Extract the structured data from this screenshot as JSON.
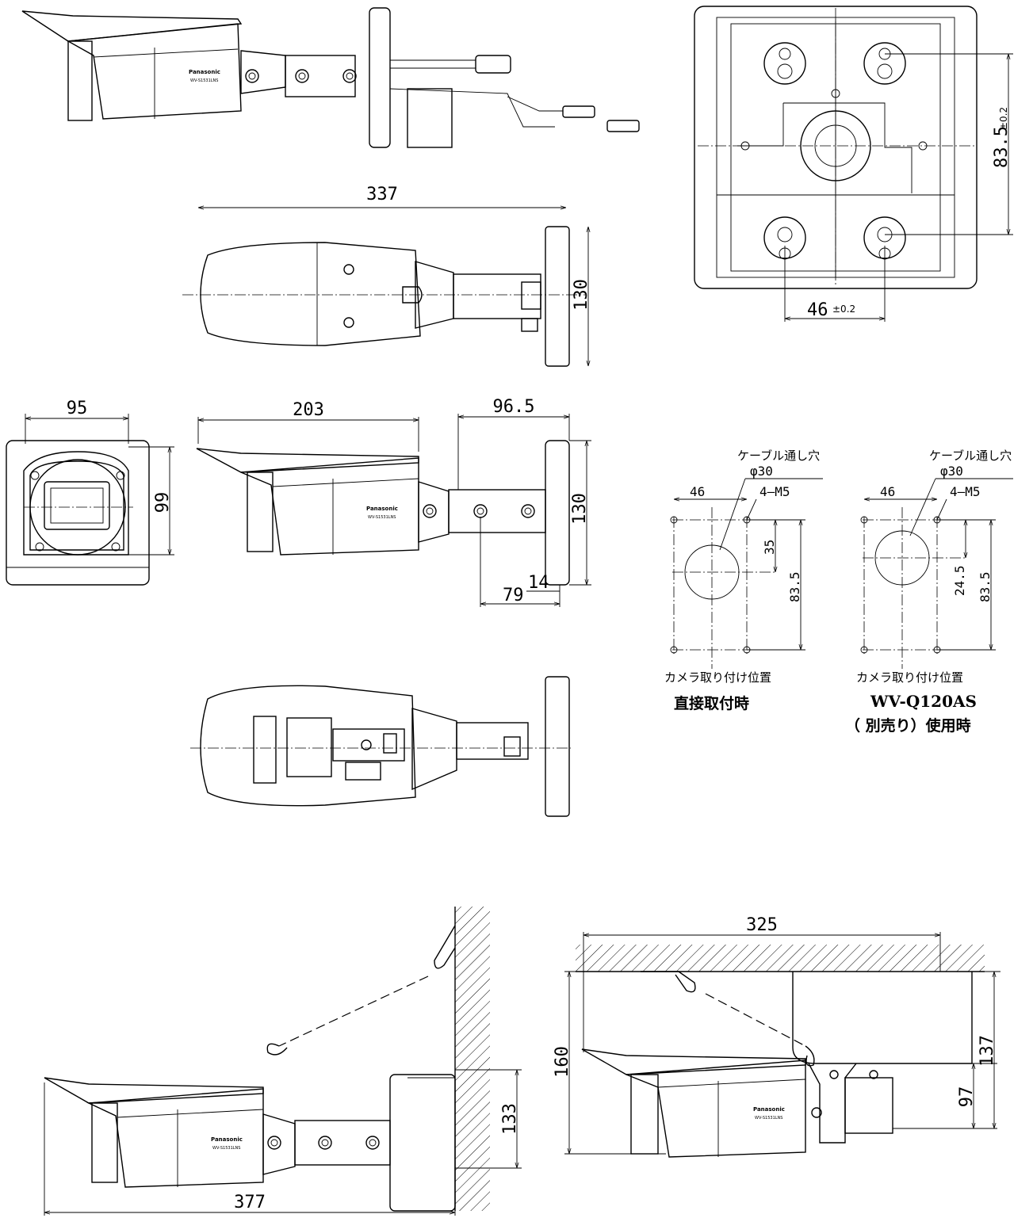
{
  "dimensions": {
    "total_length": "337",
    "bracket_height_top": "130",
    "front_width": "95",
    "front_height": "99",
    "body_length": "203",
    "bracket_depth": "96.5",
    "bracket_height_side": "130",
    "bracket_offset": "14",
    "bracket_arm": "79",
    "box_pitch_v": "83.5",
    "box_pitch_v_tol": "±0.2",
    "box_pitch_h": "46",
    "box_pitch_h_tol": "±0.2",
    "wall_mount_length": "377",
    "wall_mount_height": "133",
    "ceiling_mount_length": "325",
    "ceiling_mount_height": "160",
    "ceiling_mount_h1": "97",
    "ceiling_mount_h2": "137"
  },
  "template_direct": {
    "cable_hole_label": "ケーブル通し穴",
    "cable_hole_dia": "φ30",
    "pitch_h": "46",
    "screw": "4–M5",
    "offset_v": "35",
    "pitch_v": "83.5",
    "position_label": "カメラ取り付け位置",
    "caption": "直接取付時"
  },
  "template_q120": {
    "cable_hole_label": "ケーブル通し穴",
    "cable_hole_dia": "φ30",
    "pitch_h": "46",
    "screw": "4–M5",
    "offset_v": "24.5",
    "pitch_v": "83.5",
    "position_label": "カメラ取り付け位置",
    "caption_model": "WV-Q120AS",
    "caption_note": "（ 別売り）使用時"
  },
  "camera_labels": {
    "brand": "Panasonic",
    "model": "WV-S1531LNS"
  }
}
